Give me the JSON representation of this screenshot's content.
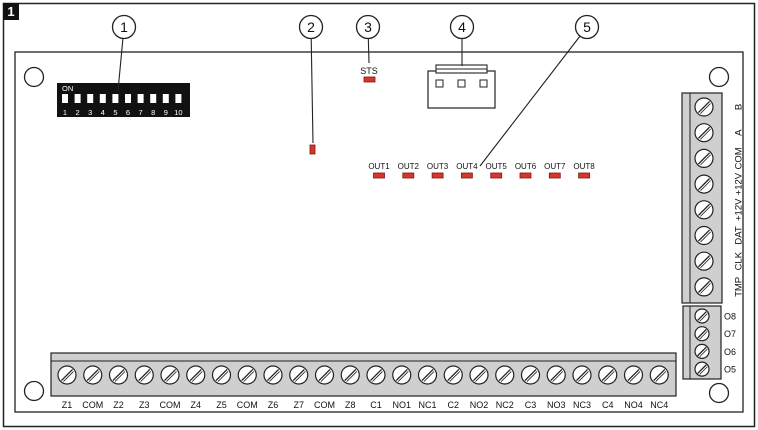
{
  "figure_number": "1",
  "callouts": [
    "1",
    "2",
    "3",
    "4",
    "5"
  ],
  "dip_switch": {
    "on_label": "ON",
    "numbers": [
      "1",
      "2",
      "3",
      "4",
      "5",
      "6",
      "7",
      "8",
      "9",
      "10"
    ]
  },
  "sts_label": "STS",
  "out_leds": [
    "OUT1",
    "OUT2",
    "OUT3",
    "OUT4",
    "OUT5",
    "OUT6",
    "OUT7",
    "OUT8"
  ],
  "right_terminals": [
    "B",
    "A",
    "COM",
    "+12V",
    "+12V",
    "DAT",
    "CLK",
    "TMP"
  ],
  "output_terminals": [
    "O8",
    "O7",
    "O6",
    "O5"
  ],
  "bottom_terminals": [
    "Z1",
    "COM",
    "Z2",
    "Z3",
    "COM",
    "Z4",
    "Z5",
    "COM",
    "Z6",
    "Z7",
    "COM",
    "Z8",
    "C1",
    "NO1",
    "NC1",
    "C2",
    "NO2",
    "NC2",
    "C3",
    "NO3",
    "NC3",
    "C4",
    "NO4",
    "NC4"
  ],
  "colors": {
    "led": "#d9362b",
    "led_border": "#7a1a12",
    "terminal_block": "#cfcfcf",
    "outline": "#222222"
  }
}
